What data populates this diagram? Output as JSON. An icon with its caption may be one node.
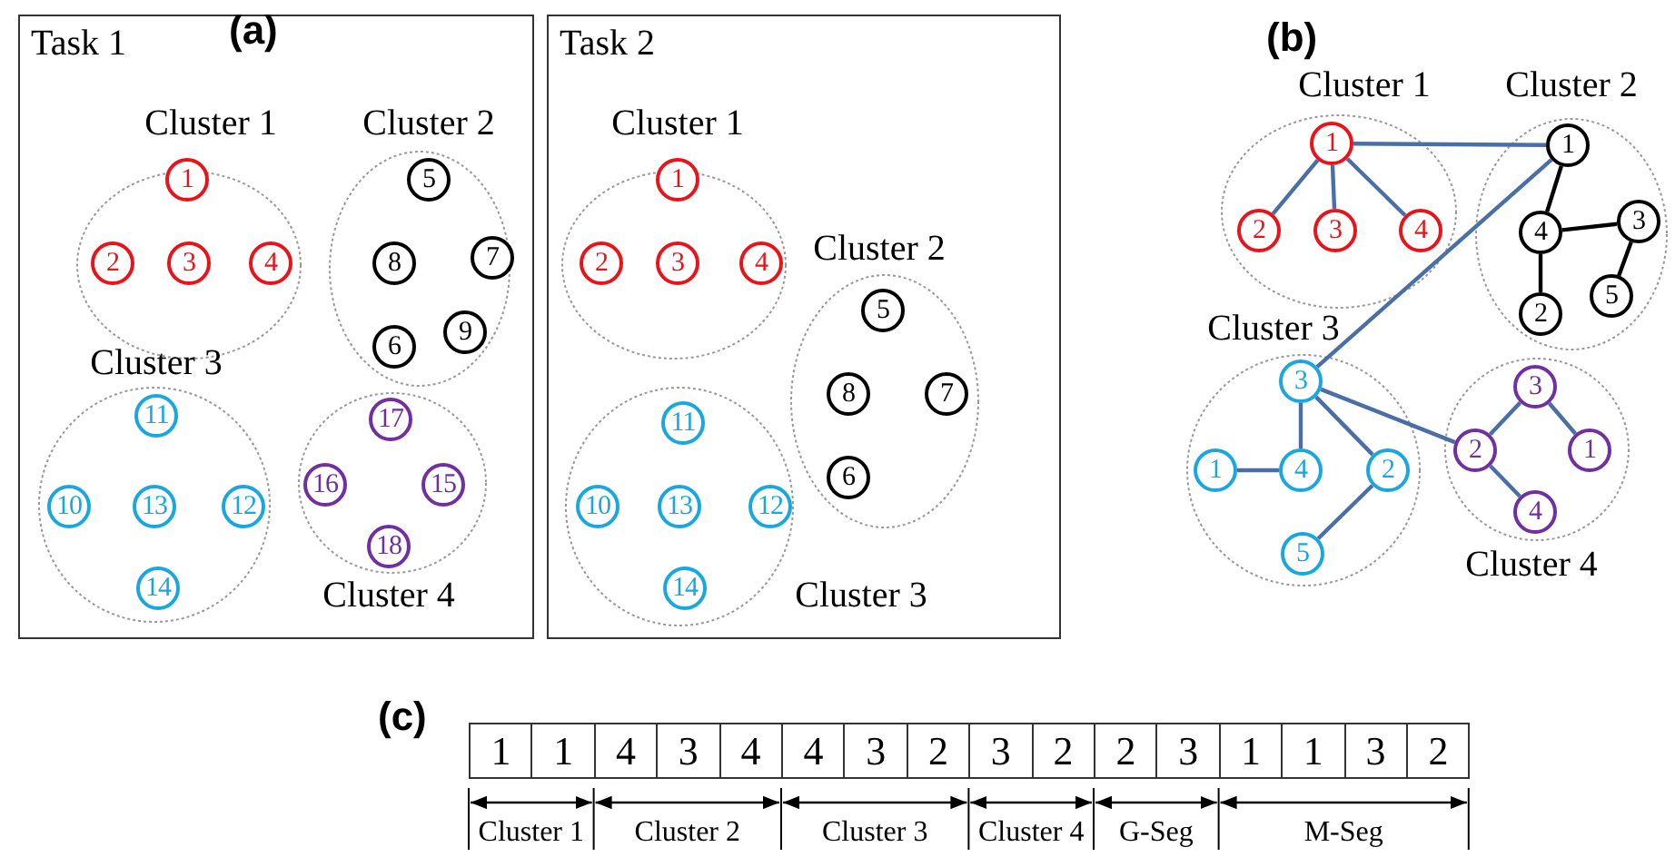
{
  "diagram": {
    "nodes": [
      {
        "text": [
          "Task 1"
        ]
      },
      {
        "text": [
          "Cluster 1"
        ],
        "in": 0
      },
      {
        "text": [
          "1"
        ],
        "in": 1
      },
      {
        "text": [
          "2"
        ],
        "in": 1
      },
      {
        "text": [
          "3"
        ],
        "in": 1
      },
      {
        "text": [
          "4"
        ],
        "in": 1
      },
      {
        "text": [
          "Cluster 2"
        ],
        "in": 0
      },
      {
        "text": [
          "5"
        ],
        "in": 6
      },
      {
        "text": [
          "8"
        ],
        "in": 6
      },
      {
        "text": [
          "7"
        ],
        "in": 6
      },
      {
        "text": [
          "9"
        ],
        "in": 6
      },
      {
        "text": [
          "6"
        ],
        "in": 6
      },
      {
        "text": [
          "Cluster 3"
        ],
        "in": 0
      },
      {
        "text": [
          "11"
        ],
        "in": 12
      },
      {
        "text": [
          "10"
        ],
        "in": 12
      },
      {
        "text": [
          "13"
        ],
        "in": 12
      },
      {
        "text": [
          "12"
        ],
        "in": 12
      },
      {
        "text": [
          "14"
        ],
        "in": 12
      },
      {
        "text": [
          "Cluster 4"
        ],
        "in": 0
      },
      {
        "text": [
          "17"
        ],
        "in": 18
      },
      {
        "text": [
          "16"
        ],
        "in": 18
      },
      {
        "text": [
          "15"
        ],
        "in": 18
      },
      {
        "text": [
          "18"
        ],
        "in": 18
      },
      {
        "text": [
          "Task 2"
        ]
      },
      {
        "text": [
          "Cluster 1"
        ],
        "in": 23
      },
      {
        "text": [
          "1"
        ],
        "in": 24
      },
      {
        "text": [
          "2"
        ],
        "in": 24
      },
      {
        "text": [
          "3"
        ],
        "in": 24
      },
      {
        "text": [
          "4"
        ],
        "in": 24
      },
      {
        "text": [
          "Cluster 2"
        ],
        "in": 23
      },
      {
        "text": [
          "5"
        ],
        "in": 29
      },
      {
        "text": [
          "8"
        ],
        "in": 29
      },
      {
        "text": [
          "7"
        ],
        "in": 29
      },
      {
        "text": [
          "6"
        ],
        "in": 29
      },
      {
        "text": [
          "Cluster 3"
        ],
        "in": 23
      },
      {
        "text": [
          "11"
        ],
        "in": 34
      },
      {
        "text": [
          "10"
        ],
        "in": 34
      },
      {
        "text": [
          "13"
        ],
        "in": 34
      },
      {
        "text": [
          "12"
        ],
        "in": 34
      },
      {
        "text": [
          "14"
        ],
        "in": 34
      },
      {
        "text": [
          "Cluster 1"
        ]
      },
      {
        "text": [
          "1"
        ],
        "in": 40
      },
      {
        "text": [
          "2"
        ],
        "in": 40
      },
      {
        "text": [
          "3"
        ],
        "in": 40
      },
      {
        "text": [
          "4"
        ],
        "in": 40
      },
      {
        "text": [
          "Cluster 2"
        ]
      },
      {
        "text": [
          "1"
        ],
        "in": 45
      },
      {
        "text": [
          "4"
        ],
        "in": 45
      },
      {
        "text": [
          "3"
        ],
        "in": 45
      },
      {
        "text": [
          "2"
        ],
        "in": 45
      },
      {
        "text": [
          "5"
        ],
        "in": 45
      },
      {
        "text": [
          "Cluster 3"
        ]
      },
      {
        "text": [
          "3"
        ],
        "in": 51
      },
      {
        "text": [
          "1"
        ],
        "in": 51
      },
      {
        "text": [
          "4"
        ],
        "in": 51
      },
      {
        "text": [
          "2"
        ],
        "in": 51
      },
      {
        "text": [
          "5"
        ],
        "in": 51
      },
      {
        "text": [
          "Cluster 4"
        ]
      },
      {
        "text": [
          "3"
        ],
        "in": 57
      },
      {
        "text": [
          "2"
        ],
        "in": 57
      },
      {
        "text": [
          "1"
        ],
        "in": 57
      },
      {
        "text": [
          "4"
        ],
        "in": 57
      }
    ],
    "edges": [
      {
        "from": 41,
        "to": 42,
        "arrow": "none"
      },
      {
        "from": 41,
        "to": 43,
        "arrow": "none"
      },
      {
        "from": 41,
        "to": 44,
        "arrow": "none"
      },
      {
        "from": 41,
        "to": 46,
        "arrow": "none"
      },
      {
        "from": 46,
        "to": 47,
        "arrow": "none",
        "color": "#000000"
      },
      {
        "from": 47,
        "to": 48,
        "arrow": "none",
        "color": "#000000"
      },
      {
        "from": 47,
        "to": 49,
        "arrow": "none",
        "color": "#000000"
      },
      {
        "from": 48,
        "to": 50,
        "arrow": "none",
        "color": "#000000"
      },
      {
        "from": 46,
        "to": 52,
        "arrow": "none"
      },
      {
        "from": 52,
        "to": 54,
        "arrow": "none"
      },
      {
        "from": 52,
        "to": 55,
        "arrow": "none"
      },
      {
        "from": 52,
        "to": 59,
        "arrow": "none"
      },
      {
        "from": 53,
        "to": 54,
        "arrow": "none"
      },
      {
        "from": 55,
        "to": 56,
        "arrow": "none"
      },
      {
        "from": 59,
        "to": 58,
        "arrow": "none"
      },
      {
        "from": 58,
        "to": 60,
        "arrow": "none"
      },
      {
        "from": 59,
        "to": 61,
        "arrow": "none"
      }
    ],
    "labels": [
      "(a)",
      "(b)",
      "(c)",
      "1",
      "1",
      "4",
      "3",
      "4",
      "4",
      "3",
      "2",
      "3",
      "2",
      "2",
      "3",
      "1",
      "1",
      "3",
      "2",
      "Cluster 1",
      "Cluster 2",
      "Cluster 3",
      "Cluster 4",
      "G-Seg",
      "M-Seg"
    ]
  }
}
